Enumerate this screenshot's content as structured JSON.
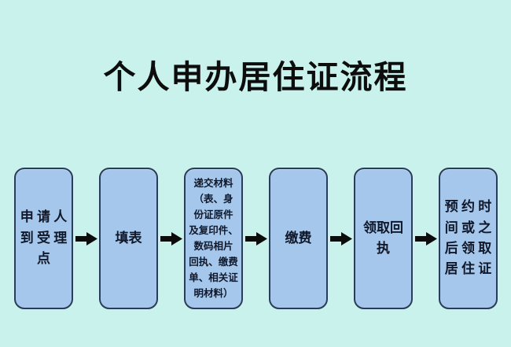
{
  "page": {
    "title": "个人申办居住证流程"
  },
  "flow": {
    "steps": [
      {
        "name": "applicant-to-acceptance-point",
        "text": "申 请 人\n到 受 理\n点"
      },
      {
        "name": "fill-form",
        "text": "填表"
      },
      {
        "name": "submit-materials",
        "text": "递交材料\n（表、身\n份证原件\n及复印件、\n数码相片\n回执、缴费\n单、相关证\n明材料）"
      },
      {
        "name": "pay-fee",
        "text": "缴费"
      },
      {
        "name": "receive-receipt",
        "text": "领取回\n执"
      },
      {
        "name": "collect-permit",
        "text": "预 约 时\n间 或 之\n后 领 取\n居 住 证"
      }
    ],
    "arrow_glyph": "right-block-arrow"
  },
  "colors": {
    "background": "#c9f2ec",
    "box_fill": "#a4c7eb",
    "box_border": "#2b3c58",
    "text": "#10182a",
    "arrow": "#0c0c0c",
    "title": "#0d0d0d"
  }
}
